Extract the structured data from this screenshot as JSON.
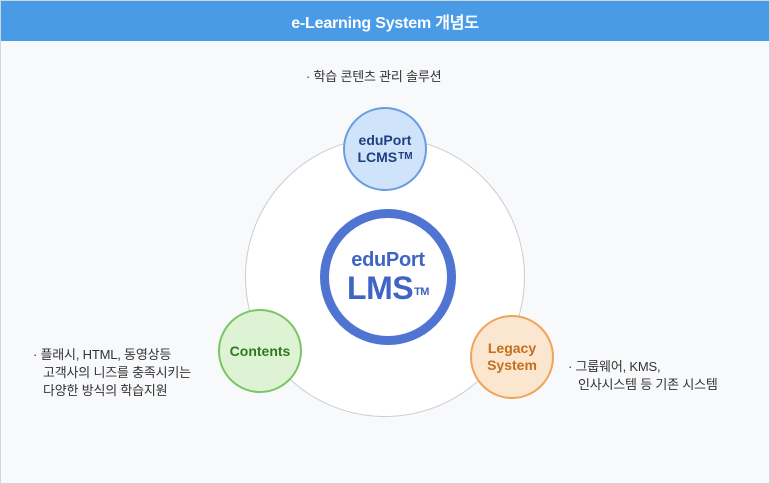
{
  "header": {
    "title": "e-Learning System 개념도"
  },
  "core": {
    "line1": "eduPort",
    "line2": "LMS",
    "mark": "TM"
  },
  "nodes": {
    "lcms": {
      "line1": "eduPort",
      "line2": "LCMS",
      "mark": "TM"
    },
    "contents": {
      "label": "Contents"
    },
    "legacy": {
      "line1": "Legacy",
      "line2": "System"
    }
  },
  "notes": {
    "top": "· 학습 콘텐츠 관리 솔루션",
    "left": [
      "· 플래시, HTML, 동영상등",
      "고객사의 니즈를 충족시키는",
      "다양한 방식의 학습지원"
    ],
    "right": [
      "· 그룹웨어, KMS,",
      "인사시스템 등 기존 시스템"
    ]
  },
  "colors": {
    "header": "#4a9be6",
    "core_ring": "#4f74d2",
    "lcms": "#cfe3fa",
    "contents": "#def3d4",
    "legacy": "#fbe6cf"
  }
}
